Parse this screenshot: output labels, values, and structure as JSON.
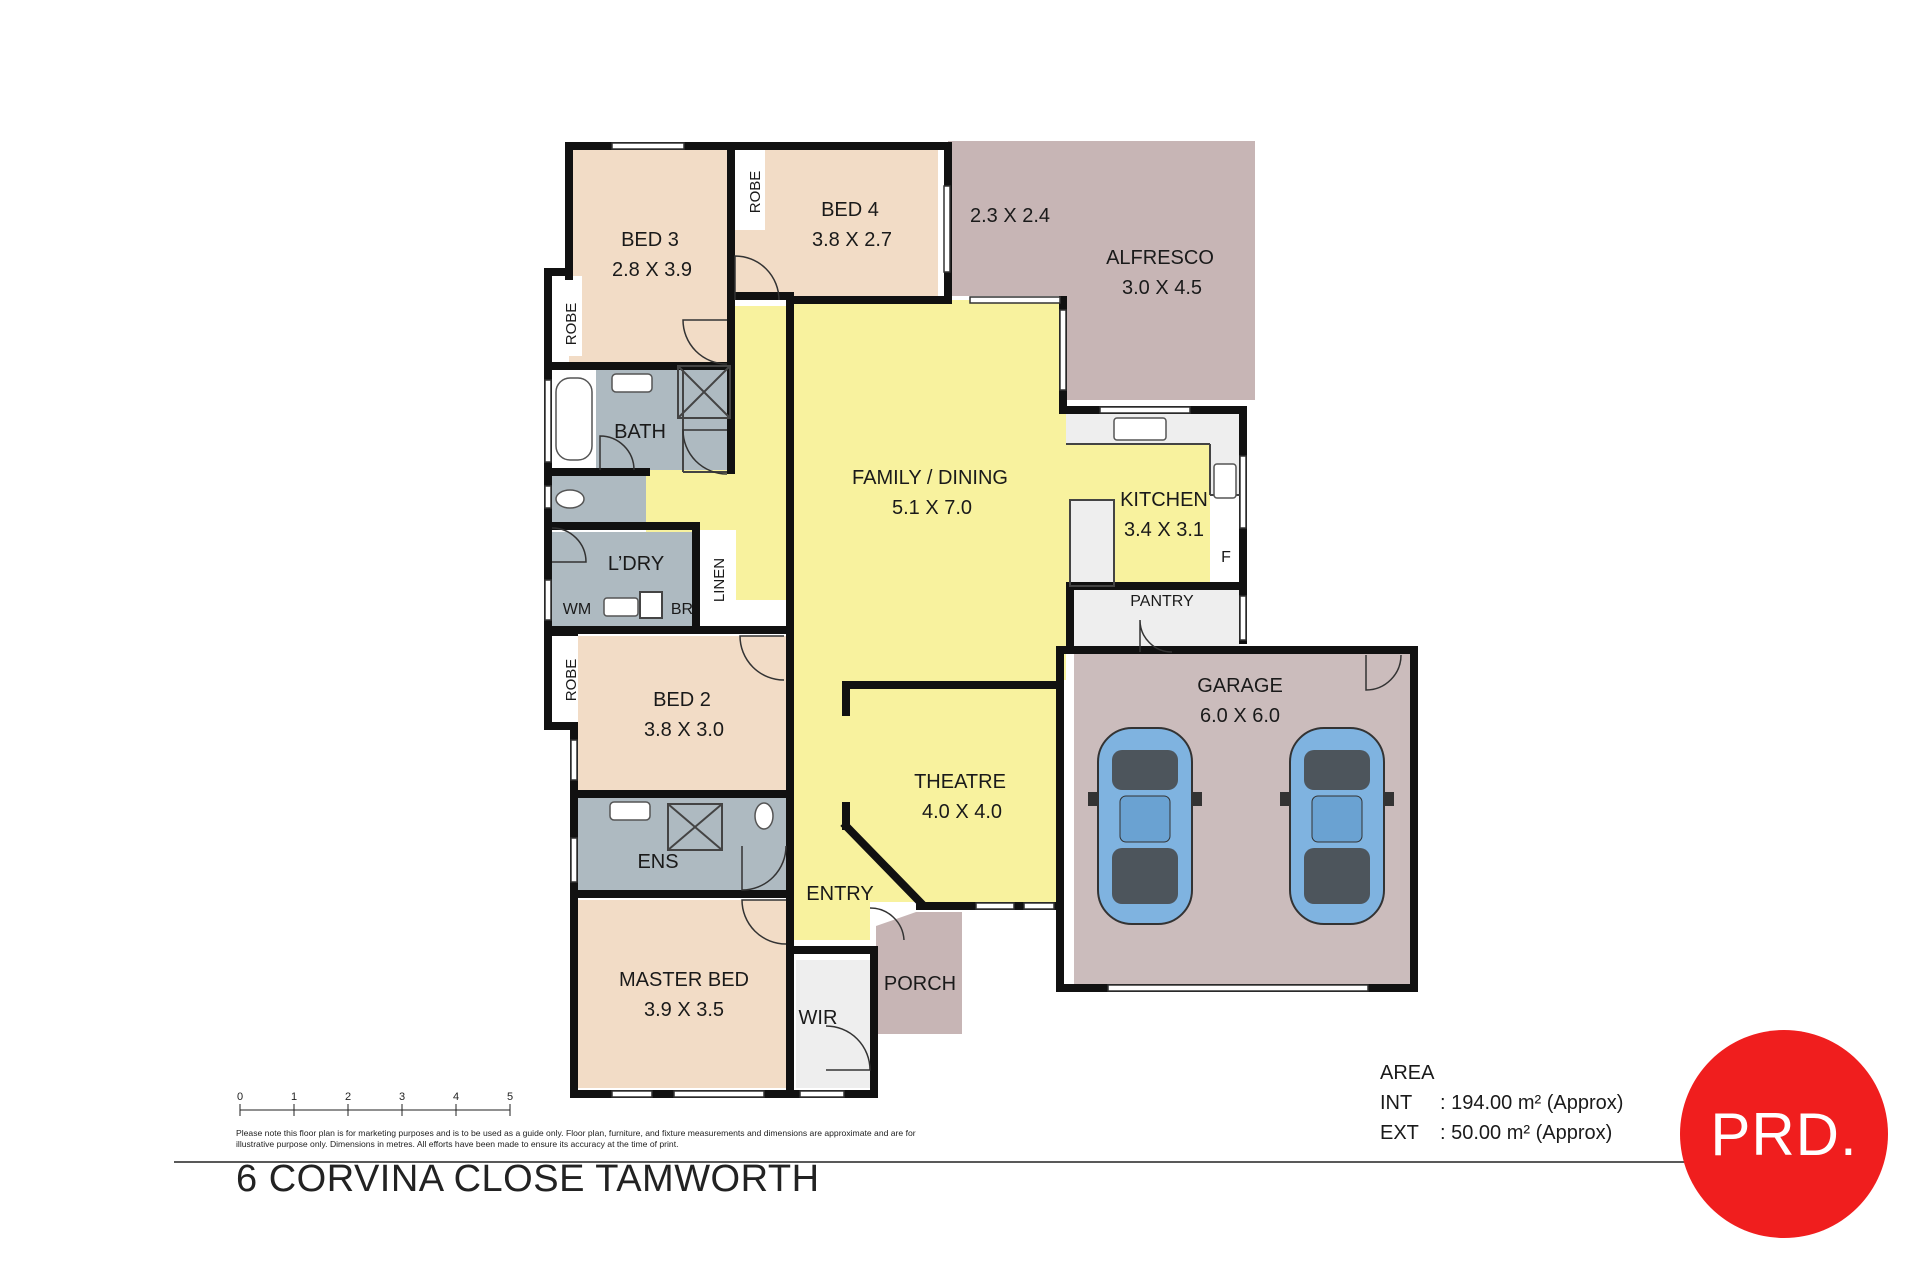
{
  "rooms": {
    "bed3": {
      "name": "BED 3",
      "size": "2.8 X 3.9"
    },
    "bed4": {
      "name": "BED 4",
      "size": "3.8 X 2.7"
    },
    "alfresco_small": {
      "size": "2.3 X 2.4"
    },
    "alfresco": {
      "name": "ALFRESCO",
      "size": "3.0 X 4.5"
    },
    "family": {
      "name": "FAMILY / DINING",
      "size": "5.1 X 7.0"
    },
    "kitchen": {
      "name": "KITCHEN",
      "size": "3.4 X 3.1"
    },
    "bath": {
      "name": "BATH"
    },
    "laundry": {
      "name": "L’DRY"
    },
    "wm": {
      "name": "WM"
    },
    "br": {
      "name": "BR"
    },
    "linen": {
      "name": "LINEN"
    },
    "robe": {
      "name": "ROBE"
    },
    "pantry": {
      "name": "PANTRY"
    },
    "fridge": {
      "name": "F"
    },
    "garage": {
      "name": "GARAGE",
      "size": "6.0 X 6.0"
    },
    "bed2": {
      "name": "BED 2",
      "size": "3.8 X 3.0"
    },
    "theatre": {
      "name": "THEATRE",
      "size": "4.0 X 4.0"
    },
    "ens": {
      "name": "ENS"
    },
    "entry": {
      "name": "ENTRY"
    },
    "master": {
      "name": "MASTER BED",
      "size": "3.9 X 3.5"
    },
    "wir": {
      "name": "WIR"
    },
    "porch": {
      "name": "PORCH"
    }
  },
  "scale": {
    "ticks": [
      "0",
      "1",
      "2",
      "3",
      "4",
      "5"
    ]
  },
  "disclaimer": "Please note this floor plan is for marketing purposes and is to be used as a guide only. Floor plan, furniture, and fixture measurements and dimensions are approximate and are for illustrative purpose only. Dimensions in metres. All efforts have been made to ensure its accuracy at the time of print.",
  "address": "6 CORVINA CLOSE TAMWORTH",
  "area": {
    "heading": "AREA",
    "int_key": "INT",
    "int_val": ": 194.00 m² (Approx)",
    "ext_key": "EXT",
    "ext_val": ": 50.00 m² (Approx)"
  },
  "logo": {
    "text": "PRD."
  },
  "colors": {
    "living": "#f8f29e",
    "bedroom": "#f2dcc6",
    "wet": "#aebac1",
    "alfresco": "#c7b5b5",
    "garage": "#cbbcbc",
    "white_area": "#e8e8e8",
    "wall": "#111111",
    "brand": "#f01e1e"
  }
}
